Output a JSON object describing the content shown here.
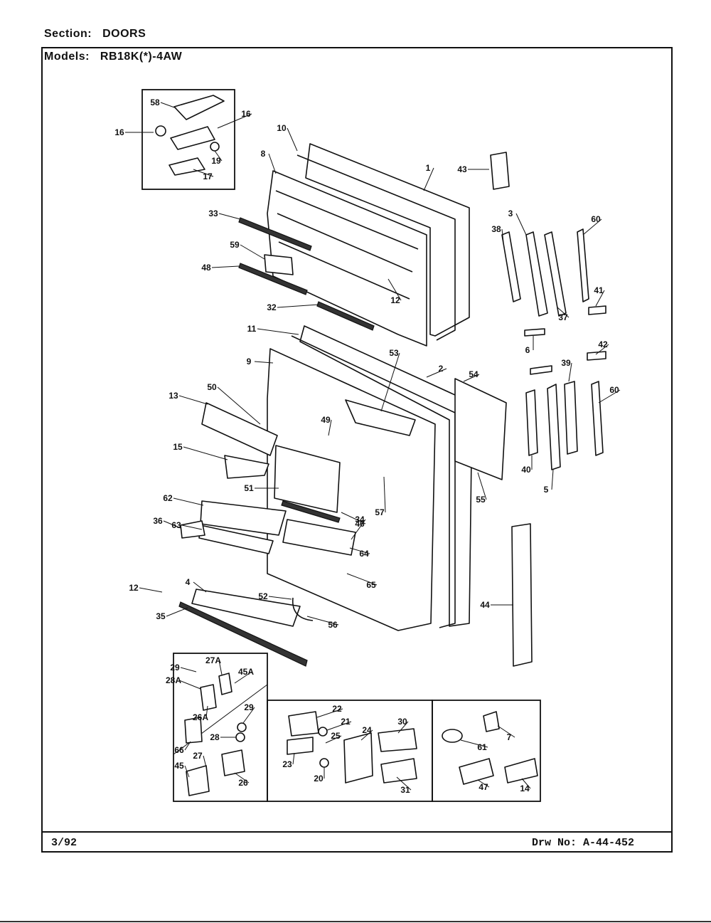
{
  "header": {
    "section_label": "Section:",
    "section_value": "DOORS",
    "models_label": "Models:",
    "models_value": "RB18K(*)-4AW"
  },
  "footer": {
    "date": "3/92",
    "drawing_no": "Drw No:  A-44-452"
  },
  "callouts": [
    {
      "id": "58",
      "text": "58"
    },
    {
      "id": "16a",
      "text": "16"
    },
    {
      "id": "16b",
      "text": "16"
    },
    {
      "id": "19",
      "text": "19"
    },
    {
      "id": "17",
      "text": "17"
    },
    {
      "id": "10",
      "text": "10"
    },
    {
      "id": "1",
      "text": "1"
    },
    {
      "id": "8",
      "text": "8"
    },
    {
      "id": "43",
      "text": "43"
    },
    {
      "id": "33",
      "text": "33"
    },
    {
      "id": "59",
      "text": "59"
    },
    {
      "id": "48",
      "text": "48"
    },
    {
      "id": "32",
      "text": "32"
    },
    {
      "id": "12a",
      "text": "12"
    },
    {
      "id": "3",
      "text": "3"
    },
    {
      "id": "38",
      "text": "38"
    },
    {
      "id": "60a",
      "text": "60"
    },
    {
      "id": "41",
      "text": "41"
    },
    {
      "id": "37",
      "text": "37"
    },
    {
      "id": "6",
      "text": "6"
    },
    {
      "id": "42",
      "text": "42"
    },
    {
      "id": "11",
      "text": "11"
    },
    {
      "id": "53",
      "text": "53"
    },
    {
      "id": "9",
      "text": "9"
    },
    {
      "id": "2",
      "text": "2"
    },
    {
      "id": "54",
      "text": "54"
    },
    {
      "id": "39",
      "text": "39"
    },
    {
      "id": "60b",
      "text": "60"
    },
    {
      "id": "13",
      "text": "13"
    },
    {
      "id": "50",
      "text": "50"
    },
    {
      "id": "49",
      "text": "49"
    },
    {
      "id": "15",
      "text": "15"
    },
    {
      "id": "51",
      "text": "51"
    },
    {
      "id": "57",
      "text": "57"
    },
    {
      "id": "55",
      "text": "55"
    },
    {
      "id": "40",
      "text": "40"
    },
    {
      "id": "5",
      "text": "5"
    },
    {
      "id": "62",
      "text": "62"
    },
    {
      "id": "63",
      "text": "63"
    },
    {
      "id": "46",
      "text": "46"
    },
    {
      "id": "36",
      "text": "36"
    },
    {
      "id": "34",
      "text": "34"
    },
    {
      "id": "64",
      "text": "64"
    },
    {
      "id": "65",
      "text": "65"
    },
    {
      "id": "12b",
      "text": "12"
    },
    {
      "id": "4",
      "text": "4"
    },
    {
      "id": "52",
      "text": "52"
    },
    {
      "id": "35",
      "text": "35"
    },
    {
      "id": "56",
      "text": "56"
    },
    {
      "id": "44",
      "text": "44"
    },
    {
      "id": "29a",
      "text": "29"
    },
    {
      "id": "27A",
      "text": "27A"
    },
    {
      "id": "28A",
      "text": "28A"
    },
    {
      "id": "45A",
      "text": "45A"
    },
    {
      "id": "26A",
      "text": "26A"
    },
    {
      "id": "66",
      "text": "66"
    },
    {
      "id": "29b",
      "text": "29"
    },
    {
      "id": "28",
      "text": "28"
    },
    {
      "id": "27",
      "text": "27"
    },
    {
      "id": "45",
      "text": "45"
    },
    {
      "id": "26",
      "text": "26"
    },
    {
      "id": "22",
      "text": "22"
    },
    {
      "id": "21",
      "text": "21"
    },
    {
      "id": "25",
      "text": "25"
    },
    {
      "id": "24",
      "text": "24"
    },
    {
      "id": "30",
      "text": "30"
    },
    {
      "id": "23",
      "text": "23"
    },
    {
      "id": "20",
      "text": "20"
    },
    {
      "id": "31",
      "text": "31"
    },
    {
      "id": "7",
      "text": "7"
    },
    {
      "id": "61",
      "text": "61"
    },
    {
      "id": "47",
      "text": "47"
    },
    {
      "id": "14",
      "text": "14"
    }
  ]
}
